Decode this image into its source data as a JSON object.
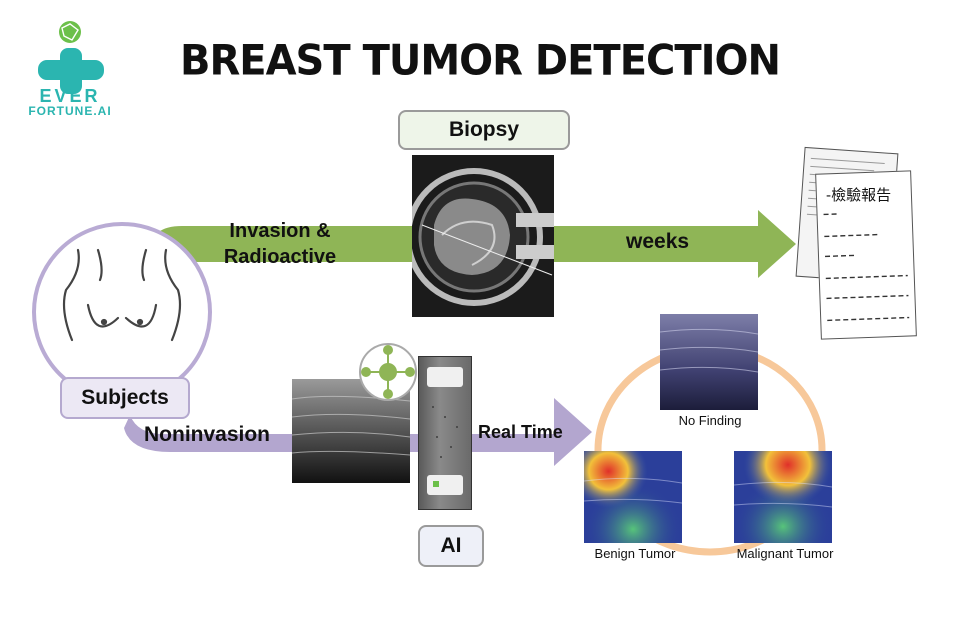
{
  "logo": {
    "line1": "EVER",
    "line2": "FORTUNE.AI",
    "icon": "globe-cross-logo"
  },
  "title": "BREAST TUMOR DETECTION",
  "biopsy_label": "Biopsy",
  "invasion_label": "Invasion &\nRadioactive",
  "weeks_label": "weeks",
  "subjects_label": "Subjects",
  "noninvasion_label": "Noninvasion",
  "realtime_label": "Real Time",
  "ai_label": "AI",
  "report_title": "-檢驗報告",
  "captions": {
    "no_finding": "No Finding",
    "benign": "Benign Tumor",
    "malignant": "Malignant Tumor"
  },
  "colors": {
    "green_arrow": "#8fb556",
    "purple_arrow": "#b3a6cf",
    "ring": "#f7c89a",
    "logo_teal": "#2bb5b0"
  }
}
